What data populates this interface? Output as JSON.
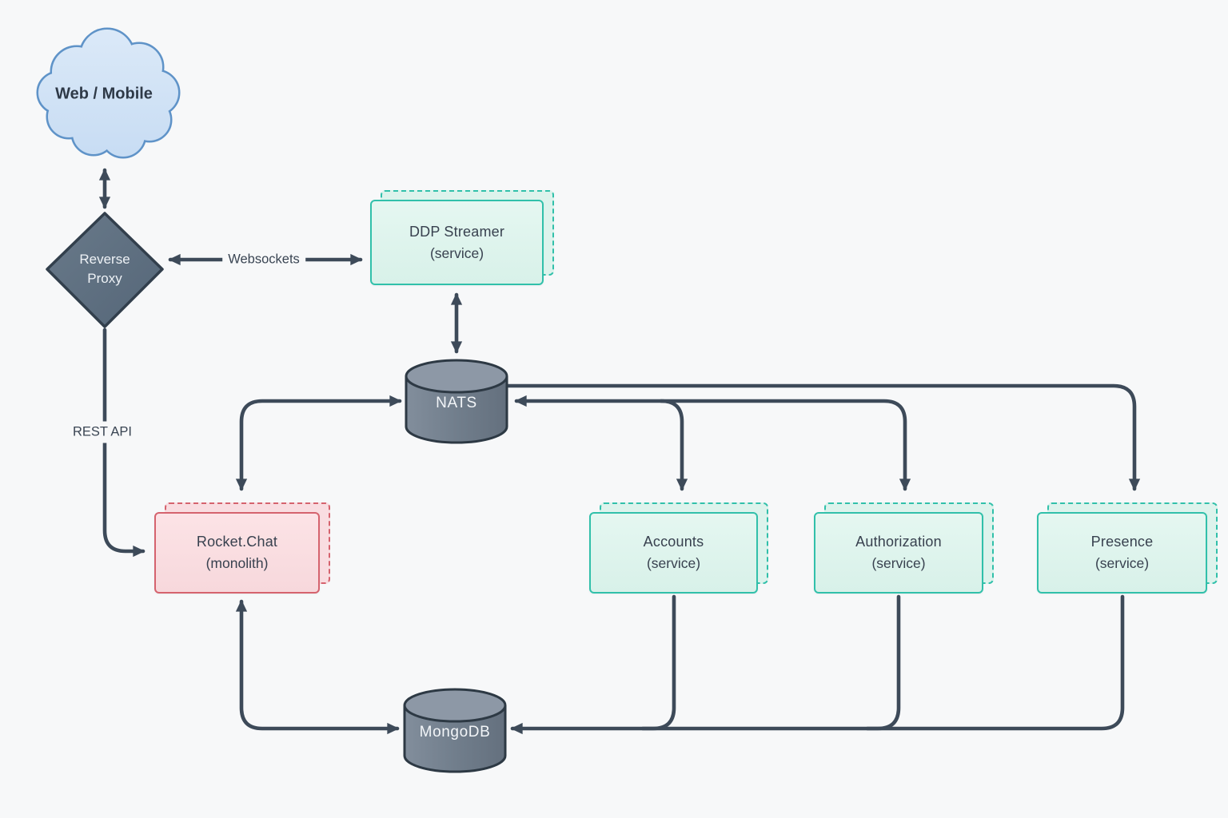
{
  "nodes": {
    "web_mobile": {
      "label": "Web / Mobile"
    },
    "reverse_proxy": {
      "label": "Reverse Proxy"
    },
    "ddp_streamer": {
      "title": "DDP Streamer",
      "subtitle": "(service)"
    },
    "nats": {
      "label": "NATS"
    },
    "rocket_chat": {
      "title": "Rocket.Chat",
      "subtitle": "(monolith)"
    },
    "accounts": {
      "title": "Accounts",
      "subtitle": "(service)"
    },
    "authorization": {
      "title": "Authorization",
      "subtitle": "(service)"
    },
    "presence": {
      "title": "Presence",
      "subtitle": "(service)"
    },
    "mongodb": {
      "label": "MongoDB"
    }
  },
  "edge_labels": {
    "websockets": "Websockets",
    "rest_api": "REST API"
  },
  "colors": {
    "background": "#f7f8f9",
    "connector": "#3d4a59",
    "client_fill": "#cfe0f5",
    "client_stroke": "#5f93c8",
    "proxy_fill": "#5e6f80",
    "proxy_stroke": "#323f4c",
    "service_fill": "#ddf3ec",
    "service_stroke": "#31c0aa",
    "monolith_fill": "#f9dde1",
    "monolith_stroke": "#d5636e",
    "datastore_fill": "#6f7c8b",
    "datastore_stroke": "#2d3944"
  }
}
